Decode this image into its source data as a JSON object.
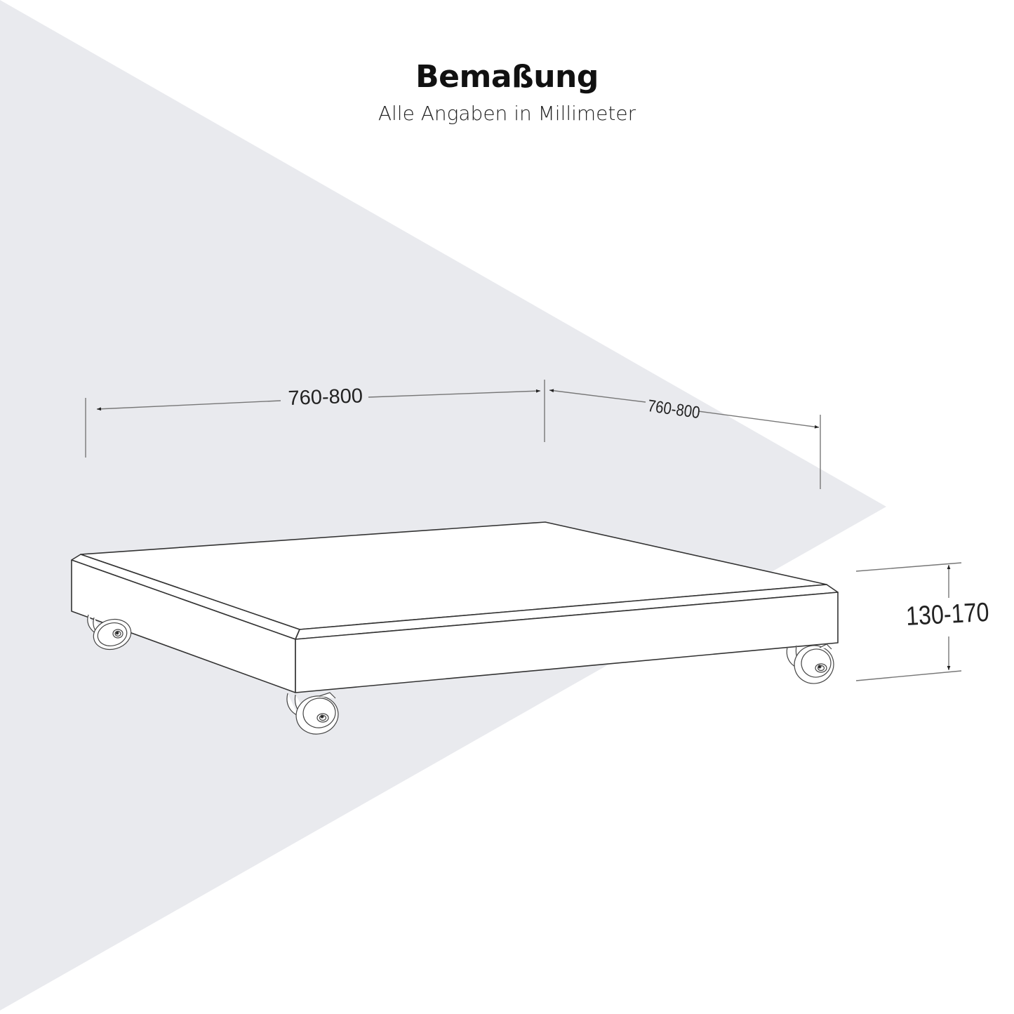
{
  "header": {
    "title": "Bemaßung",
    "subtitle": "Alle Angaben in Millimeter"
  },
  "dimensions": {
    "width": {
      "label": "760-800",
      "unit": "mm",
      "min": 760,
      "max": 800
    },
    "depth": {
      "label": "760-800",
      "unit": "mm",
      "min": 760,
      "max": 800
    },
    "height": {
      "label": "130-170",
      "unit": "mm",
      "min": 130,
      "max": 170
    }
  },
  "product": {
    "name": "base-plate-with-casters",
    "caster_count": 4
  },
  "colors": {
    "background": "#ffffff",
    "accent_shape": "#e9eaee",
    "line": "#3a3a3a",
    "dim_line": "#777777",
    "text": "#111111"
  }
}
